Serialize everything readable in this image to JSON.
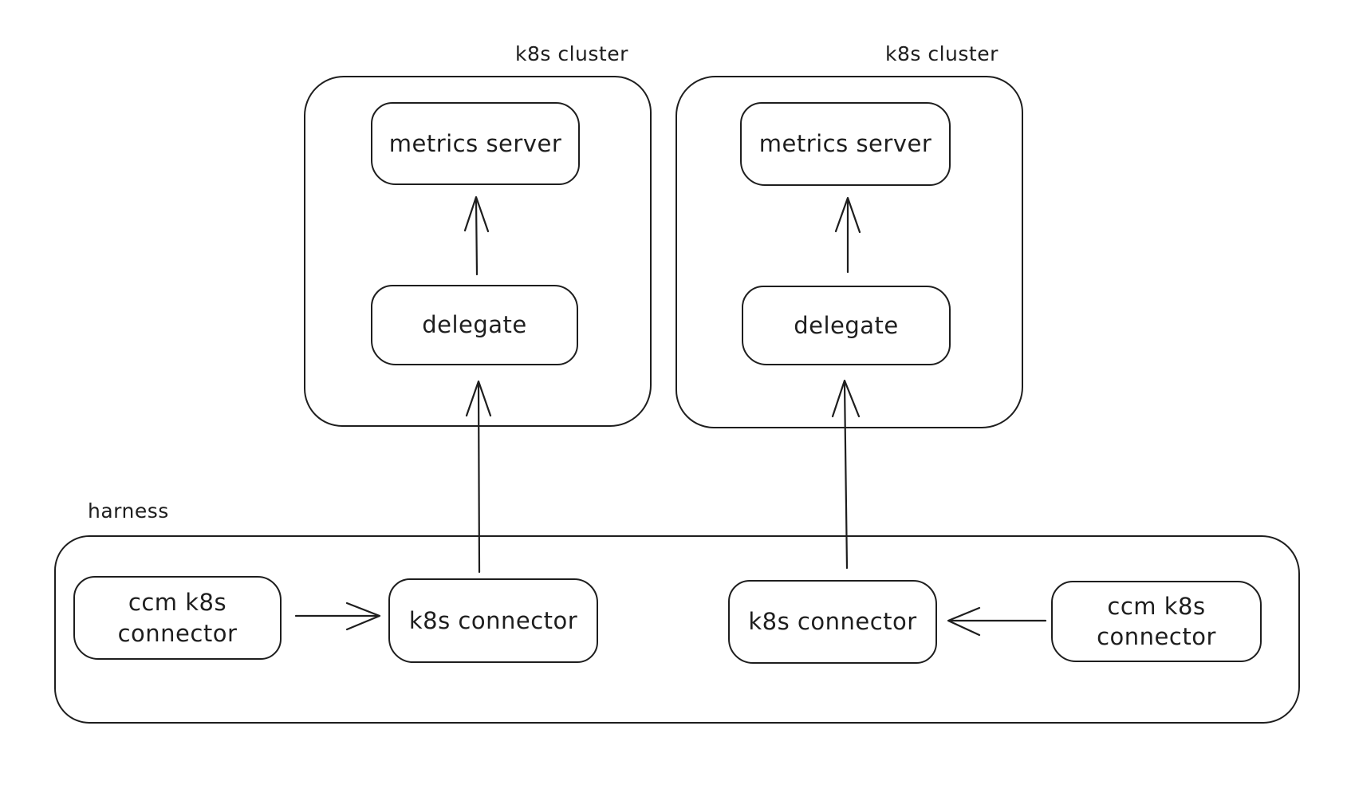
{
  "diagram": {
    "background": "#ffffff",
    "stroke_color": "#1e1e1e",
    "clusters": [
      {
        "label": "k8s cluster",
        "nodes": {
          "metrics_server": "metrics server",
          "delegate": "delegate"
        }
      },
      {
        "label": "k8s cluster",
        "nodes": {
          "metrics_server": "metrics server",
          "delegate": "delegate"
        }
      }
    ],
    "harness": {
      "label": "harness",
      "nodes": {
        "ccm_left": [
          "ccm k8s",
          "connector"
        ],
        "k8s_left": "k8s connector",
        "k8s_right": "k8s connector",
        "ccm_right": [
          "ccm k8s",
          "connector"
        ]
      }
    },
    "edges": [
      {
        "from": "delegate (left cluster)",
        "to": "metrics server (left cluster)"
      },
      {
        "from": "k8s connector (left)",
        "to": "delegate (left cluster)"
      },
      {
        "from": "ccm k8s connector (left)",
        "to": "k8s connector (left)"
      },
      {
        "from": "delegate (right cluster)",
        "to": "metrics server (right cluster)"
      },
      {
        "from": "k8s connector (right)",
        "to": "delegate (right cluster)"
      },
      {
        "from": "ccm k8s connector (right)",
        "to": "k8s connector (right)"
      }
    ]
  }
}
